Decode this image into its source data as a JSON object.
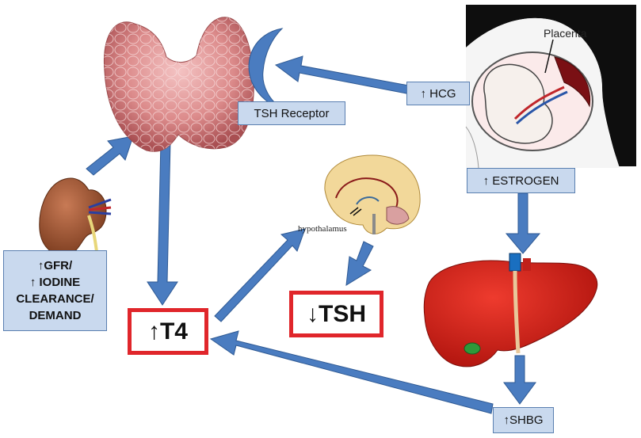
{
  "labels": {
    "tsh_receptor": "TSH Receptor",
    "hcg": "↑ HCG",
    "placenta": "Placenta",
    "estrogen": "↑ ESTROGEN",
    "hypothalamus": "hypothalamus",
    "gfr_line1": "↑GFR/",
    "gfr_line2": "↑ IODINE",
    "gfr_line3": "CLEARANCE/",
    "gfr_line4": "DEMAND",
    "t4": "↑T4",
    "tsh": "↓TSH",
    "shbg": "↑SHBG"
  },
  "colors": {
    "arrow": "#4a7cc0",
    "arrow_edge": "#2f5a94",
    "label_fill": "#c9d9ee",
    "highlight_border": "#e0262b"
  },
  "illustrations": [
    "thyroid-gland",
    "kidney",
    "brain",
    "pregnant-uterus",
    "liver"
  ]
}
